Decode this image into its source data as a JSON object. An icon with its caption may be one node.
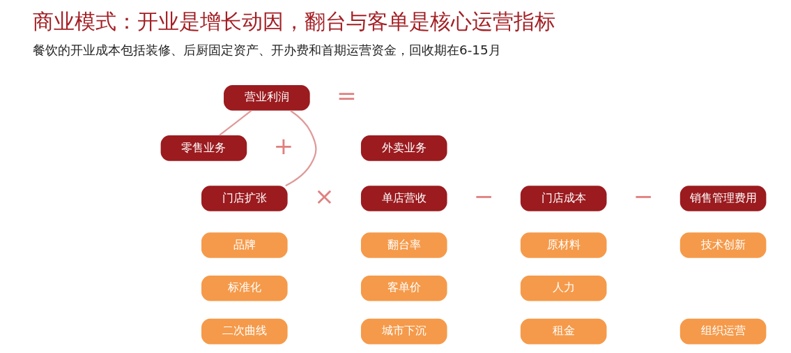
{
  "diagram": {
    "title": "商业模式：开业是增长动因，翻台与客单是核心运营指标",
    "nodes": [
      {
        "text": [
          "营业利润"
        ]
      },
      {
        "text": [
          "零售业务"
        ]
      },
      {
        "text": [
          "外卖业务"
        ]
      },
      {
        "text": [
          "门店扩张"
        ]
      },
      {
        "text": [
          "单店营收"
        ]
      },
      {
        "text": [
          "门店成本"
        ]
      },
      {
        "text": [
          "销售管理费用"
        ]
      },
      {
        "text": [
          "品牌"
        ]
      },
      {
        "text": [
          "翻台率"
        ]
      },
      {
        "text": [
          "原材料"
        ]
      },
      {
        "text": [
          "技术创新"
        ]
      },
      {
        "text": [
          "标准化"
        ]
      },
      {
        "text": [
          "客单价"
        ]
      },
      {
        "text": [
          "人力"
        ]
      },
      {
        "text": [
          "二次曲线"
        ]
      },
      {
        "text": [
          "城市下沉"
        ]
      },
      {
        "text": [
          "租金"
        ]
      },
      {
        "text": [
          "组织运营"
        ]
      }
    ],
    "edges": [
      {
        "from": 0,
        "to": 1,
        "arrow": "none"
      },
      {
        "from": 0,
        "to": 3,
        "arrow": "none"
      }
    ],
    "labels": [
      "餐饮的开业成本包括装修、后厨固定资产、开办费和首期运营资金，回收期在6-15月",
      "=",
      "+",
      "×",
      "−",
      "−"
    ]
  }
}
